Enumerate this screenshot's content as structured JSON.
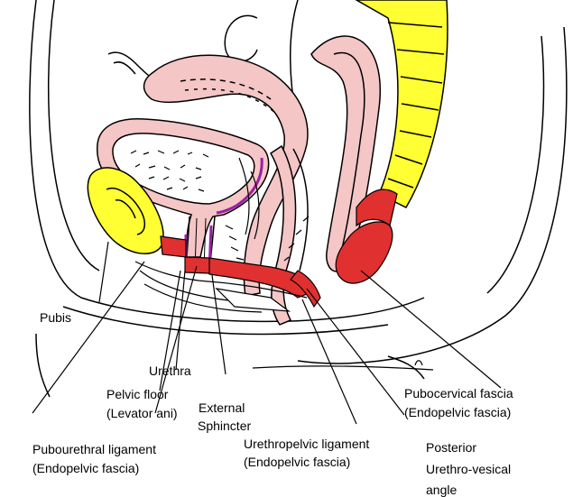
{
  "labels": {
    "pubis": "Pubis",
    "urethra": "Urethra",
    "pelvic_floor": "Pelvic floor",
    "levator_ani": "(Levator ani)",
    "external": "External",
    "sphincter": "Sphincter",
    "pubourethral": "Pubourethral ligament",
    "pubourethral_sub": "(Endopelvic fascia)",
    "urethropelvic": "Urethropelvic ligament",
    "urethropelvic_sub": "(Endopelvic fascia)",
    "pubocervical": "Pubocervical fascia",
    "pubocervical_sub": "(Endopelvic fascia)",
    "posterior": "Posterior",
    "urethro_vesical": "Urethro-vesical",
    "angle": "angle"
  },
  "colors": {
    "bone": "#ffff33",
    "tissue_pink": "#f4c6c6",
    "muscle_red": "#e03030",
    "sphincter_purple": "#9b1fa6",
    "outline": "#000000"
  }
}
